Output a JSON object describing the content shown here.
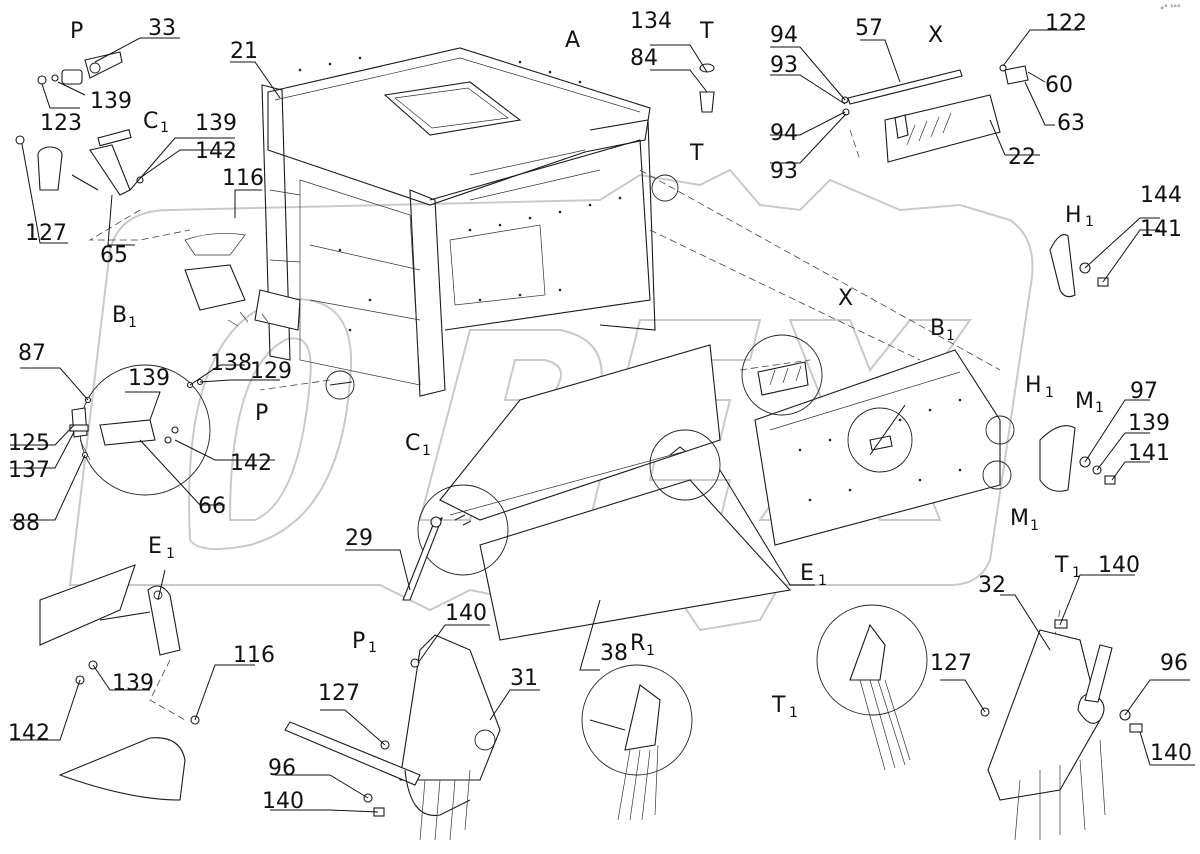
{
  "watermark": "OPEX",
  "corner_mark": "»° °°°",
  "zones": {
    "A": "A",
    "X_top": "X",
    "P_top": "P",
    "T_top": "T",
    "T_mid": "T",
    "C1_top": {
      "main": "C",
      "sub": "1"
    },
    "H1_right": {
      "main": "H",
      "sub": "1"
    },
    "B1_left": {
      "main": "B",
      "sub": "1"
    },
    "P_mid": "P",
    "X_mid": "X",
    "B1_mid": {
      "main": "B",
      "sub": "1"
    },
    "H1_mid": {
      "main": "H",
      "sub": "1"
    },
    "M1_right": {
      "main": "M",
      "sub": "1"
    },
    "C1_mid": {
      "main": "C",
      "sub": "1"
    },
    "M1_mid": {
      "main": "M",
      "sub": "1"
    },
    "E1_left": {
      "main": "E",
      "sub": "1"
    },
    "E1_mid": {
      "main": "E",
      "sub": "1"
    },
    "P1_bottom": {
      "main": "P",
      "sub": "1"
    },
    "R1_bottom": {
      "main": "R",
      "sub": "1"
    },
    "T1_bottom": {
      "main": "T",
      "sub": "1"
    },
    "T1_right": {
      "main": "T",
      "sub": "1"
    }
  },
  "callouts": {
    "n33": "33",
    "n123": "123",
    "n139a": "139",
    "n21": "21",
    "n134": "134",
    "n84": "84",
    "n94a": "94",
    "n93a": "93",
    "n57": "57",
    "n122": "122",
    "n60": "60",
    "n63": "63",
    "n94b": "94",
    "n93b": "93",
    "n22": "22",
    "n139b": "139",
    "n142a": "142",
    "n116a": "116",
    "n127a": "127",
    "n65": "65",
    "n144": "144",
    "n141a": "141",
    "n87": "87",
    "n139c": "139",
    "n138": "138",
    "n129": "129",
    "n125": "125",
    "n137": "137",
    "n88": "88",
    "n66": "66",
    "n142b": "142",
    "n97": "97",
    "n139d": "139",
    "n141b": "141",
    "n29": "29",
    "n140a": "140",
    "n139e": "139",
    "n142c": "142",
    "n116b": "116",
    "n127b": "127",
    "n31": "31",
    "n96a": "96",
    "n140b": "140",
    "n38": "38",
    "n140c": "140",
    "n127c": "127",
    "n32": "32",
    "n96b": "96",
    "n140d": "140"
  }
}
